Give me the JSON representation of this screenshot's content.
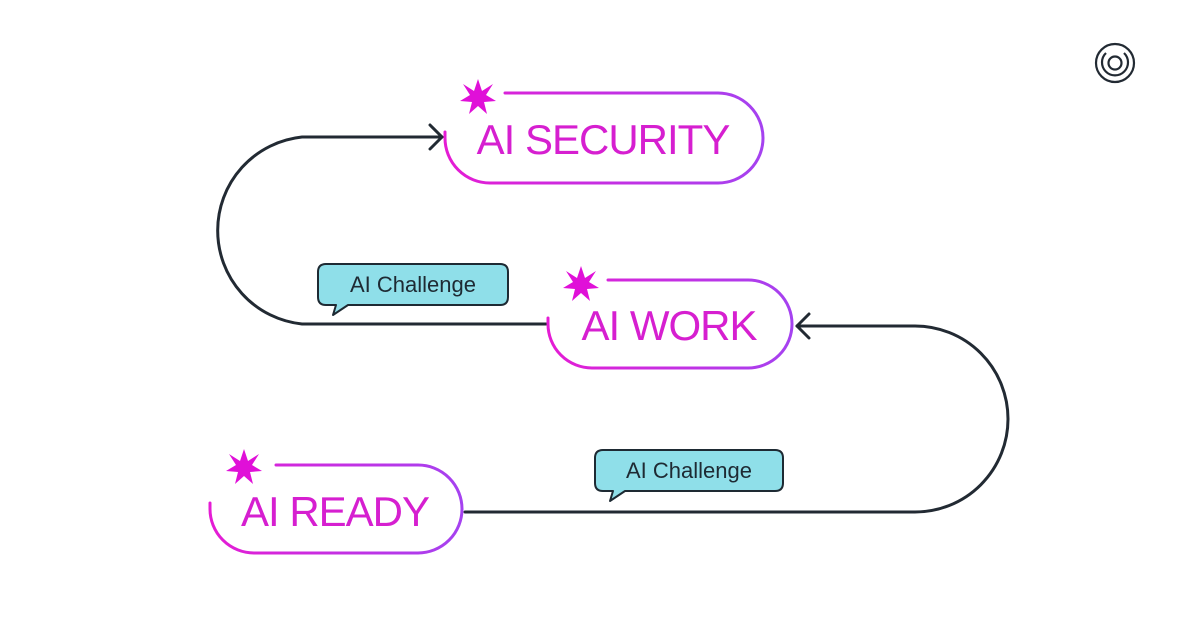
{
  "stages": [
    {
      "label": "AI SECURITY"
    },
    {
      "label": "AI WORK"
    },
    {
      "label": "AI READY"
    }
  ],
  "challenges": [
    {
      "label": "AI Challenge"
    },
    {
      "label": "AI Challenge"
    }
  ],
  "colors": {
    "stage_text": "#d61fd0",
    "stage_gradient_start": "#e51cd4",
    "stage_gradient_end": "#a542f0",
    "sparkle": "#e010d8",
    "line": "#222a33",
    "bubble_fill": "#8fdfe9",
    "bubble_text": "#1e2a33",
    "logo": "#222a33"
  },
  "icons": {
    "logo": "concentric-rings-logo-icon",
    "stage_marker": "sparkle-icon",
    "arrow": "arrowhead-icon"
  }
}
